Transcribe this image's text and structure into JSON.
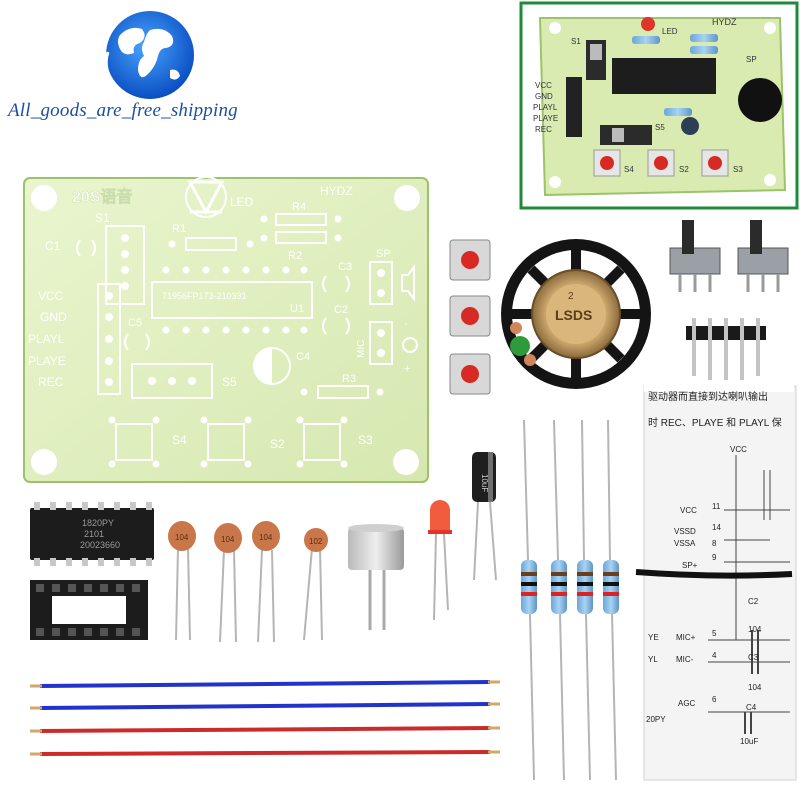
{
  "brand": {
    "tagline": "All_goods_are_free_shipping",
    "logo": "globe-logo"
  },
  "inset_board": {
    "top_labels": [
      "LED",
      "HYDZ"
    ],
    "pin_labels": [
      "VCC",
      "GND",
      "PLAYL",
      "PLAYE",
      "REC"
    ],
    "switch_labels": [
      "S1",
      "S5",
      "S4",
      "S2",
      "S3"
    ],
    "other_labels": [
      "SP"
    ]
  },
  "main_board": {
    "title": "20S语音",
    "led_label": "LED",
    "maker": "HYDZ",
    "chip_text": "71956FP173-210331",
    "u1": "U1",
    "resistors": [
      "R1",
      "R2",
      "R3",
      "R4"
    ],
    "capacitors": [
      "C1",
      "C2",
      "C3",
      "C4",
      "C5"
    ],
    "switches": [
      "S1",
      "S2",
      "S3",
      "S4",
      "S5"
    ],
    "speaker_label": "SP",
    "mic_label": "MIC",
    "mic_signs": [
      "-",
      "+"
    ],
    "pin_labels": [
      "VCC",
      "GND",
      "PLAYL",
      "PLAYE",
      "REC"
    ]
  },
  "chip": {
    "lines": [
      "1820PY",
      "2101",
      "20023660"
    ]
  },
  "capacitors": {
    "values": [
      "104",
      "104",
      "104",
      "102"
    ]
  },
  "electrolytic": {
    "label": "10uF"
  },
  "speaker": {
    "label": "LSDS",
    "number": "2"
  },
  "schematic": {
    "chinese_line1": "驱动器而直接到达喇叭输出",
    "chinese_line2": "时 REC、PLAYE 和 PLAYL 保",
    "labels": [
      {
        "text": "VCC"
      },
      {
        "text": "11"
      },
      {
        "text": "VCC"
      },
      {
        "text": "14"
      },
      {
        "text": "VSSD"
      },
      {
        "text": "VSSA"
      },
      {
        "text": "8"
      },
      {
        "text": "SP+"
      },
      {
        "text": "9"
      },
      {
        "text": "C2"
      },
      {
        "text": "104"
      },
      {
        "text": "MIC+"
      },
      {
        "text": "5"
      },
      {
        "text": "YE"
      },
      {
        "text": "MIC-"
      },
      {
        "text": "4"
      },
      {
        "text": "YL"
      },
      {
        "text": "C3"
      },
      {
        "text": "104"
      },
      {
        "text": "AGC"
      },
      {
        "text": "6"
      },
      {
        "text": "C4"
      },
      {
        "text": "20PY"
      },
      {
        "text": "10uF"
      }
    ]
  },
  "colors": {
    "pcb": "#e3f0c4",
    "pcb_edge": "#9cc36a",
    "button_red": "#d72a25",
    "wire_blue": "#2233cc",
    "wire_red": "#cc2b2b",
    "inset_border": "#1f8b3a",
    "tagline": "#1a4fa0"
  }
}
